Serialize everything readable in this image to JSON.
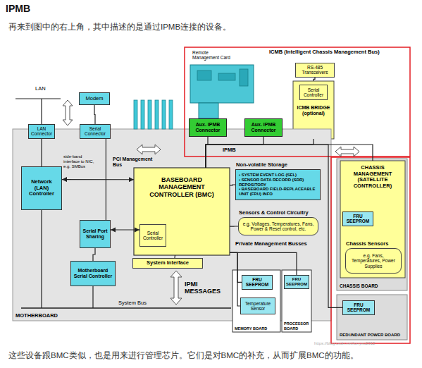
{
  "diagram": {
    "title": "IPMB",
    "caption": "这些设备跟BMC类似，也是用来进行管理芯片。它们是对BMC的补充，从而扩展BMC的功能。",
    "nodes": [
      {
        "text": [
          "ICMB (Intelligent Chassis Management Bus)"
        ]
      },
      {
        "text": [
          "RS-485 Transceivers"
        ],
        "in": 0
      },
      {
        "text": [
          "ICMB BRIDGE (optional)"
        ],
        "in": 0
      },
      {
        "text": [
          "Serial Controller"
        ],
        "in": 2
      },
      {
        "text": [
          "Aux. IPMB Connector"
        ],
        "in": 0
      },
      {
        "text": [
          "Aux. IPMB Connector"
        ],
        "in": 0
      },
      {
        "text": [
          "Modem"
        ]
      },
      {
        "text": [
          "MOTHERBOARD"
        ]
      },
      {
        "text": [
          "LAN Connector"
        ],
        "in": 7
      },
      {
        "text": [
          "Serial Connector"
        ],
        "in": 7
      },
      {
        "text": [
          "Network (LAN) Controller"
        ],
        "in": 7
      },
      {
        "text": [
          "BASEBOARD MANAGEMENT CONTROLLER (BMC)"
        ],
        "in": 7
      },
      {
        "text": [
          "Serial Controller"
        ],
        "in": 11
      },
      {
        "text": [
          "Non-volatile Storage",
          "• SYSTEM EVENT LOG (SEL)",
          "• SENSOR DATA RECORD (SDR) REPOSITORY",
          "• BASEBOARD FIELD-REPLACEABLE UNIT (FRU) INFO"
        ],
        "in": 7
      },
      {
        "text": [
          "Sensors & Control Circuitry",
          "e.g. Voltages, Temperatures, Fans, Power & Reset control, etc."
        ],
        "in": 7
      },
      {
        "text": [
          "Serial Port Sharing"
        ],
        "in": 7
      },
      {
        "text": [
          "Motherboard Serial Controller"
        ],
        "in": 7
      },
      {
        "text": [
          "System Interface"
        ],
        "in": 7
      },
      {
        "text": [
          "MEMORY BOARD"
        ]
      },
      {
        "text": [
          "FRU SEEPROM"
        ],
        "in": 18
      },
      {
        "text": [
          "Temperature Sensor"
        ],
        "in": 18
      },
      {
        "text": [
          "PROCESSOR BOARD"
        ]
      },
      {
        "text": [
          "FRU SEEPROM"
        ],
        "in": 21
      },
      {
        "text": [
          "CHASSIS BOARD"
        ]
      },
      {
        "text": [
          "CHASSIS MANAGEMENT (SATELLITE CONTROLLER)"
        ],
        "in": 23
      },
      {
        "text": [
          "FRU SEEPROM"
        ],
        "in": 24
      },
      {
        "text": [
          "Chassis Sensors",
          "e.g. Fans, Temperatures, Power Supplies"
        ],
        "in": 24
      },
      {
        "text": [
          "REDUNDANT POWER BOARD"
        ]
      },
      {
        "text": [
          "FRU SEEPROM"
        ],
        "in": 27
      }
    ],
    "edges": [
      {
        "from": 1,
        "to": 2,
        "arrow": "none"
      },
      {
        "from": 2,
        "to": 11,
        "arrow": "none"
      },
      {
        "from": 4,
        "to": 11,
        "arrow": "none"
      },
      {
        "from": 5,
        "to": 11,
        "arrow": "none"
      },
      {
        "from": 24,
        "to": 11,
        "arrow": "none"
      },
      {
        "from": 28,
        "to": 11,
        "arrow": "none"
      },
      {
        "from": 6,
        "to": 9,
        "arrow": "none"
      },
      {
        "from": 8,
        "to": 10,
        "arrow": "none"
      },
      {
        "from": 10,
        "to": 11,
        "arrow": "both"
      },
      {
        "from": 9,
        "to": 15,
        "arrow": "none"
      },
      {
        "from": 15,
        "to": 12,
        "arrow": "both"
      },
      {
        "from": 15,
        "to": 16,
        "arrow": "none"
      },
      {
        "from": 11,
        "to": 13,
        "arrow": "none"
      },
      {
        "from": 11,
        "to": 14,
        "arrow": "none"
      },
      {
        "from": 11,
        "to": 19,
        "arrow": "none"
      },
      {
        "from": 11,
        "to": 20,
        "arrow": "none"
      },
      {
        "from": 11,
        "to": 22,
        "arrow": "none"
      },
      {
        "from": 17,
        "to": 11,
        "arrow": "none"
      }
    ],
    "labels": [
      "再来到图中的右上角，其中描述的是通过IPMB连接的设备。",
      "Remote Management Card",
      "IPMB",
      "LAN",
      "PCI Management Bus",
      "side-band interface to NIC, e.g. SMBus",
      "Private Management Busses",
      "IPMI MESSAGES",
      "System Bus",
      "https://blog.csdn.net/tonyxu2012"
    ]
  }
}
